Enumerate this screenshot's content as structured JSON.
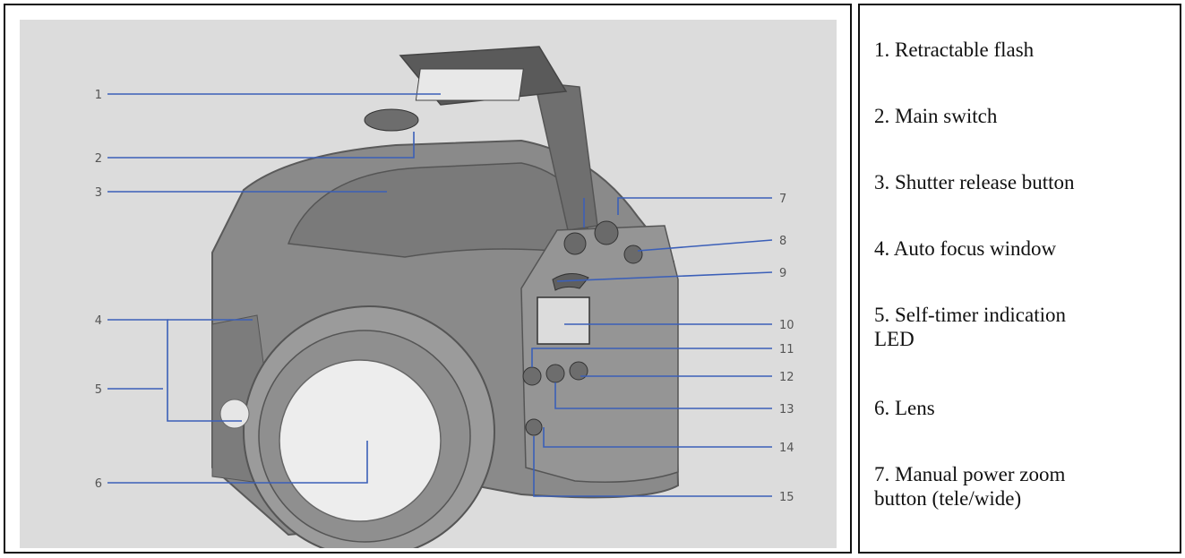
{
  "figure": {
    "callout_numbers": [
      "1",
      "2",
      "3",
      "4",
      "5",
      "6",
      "7",
      "8",
      "9",
      "10",
      "11",
      "12",
      "13",
      "14",
      "15"
    ],
    "colors": {
      "background": "#dcdcdc",
      "line": "#3b5fb8",
      "body": "#8c8c8c"
    }
  },
  "legend": {
    "items": [
      "1. Retractable flash",
      "2. Main switch",
      "3. Shutter release button",
      "4. Auto focus window",
      "5. Self-timer indication LED",
      "6. Lens",
      "7. Manual power zoom button (tele/wide)"
    ]
  }
}
